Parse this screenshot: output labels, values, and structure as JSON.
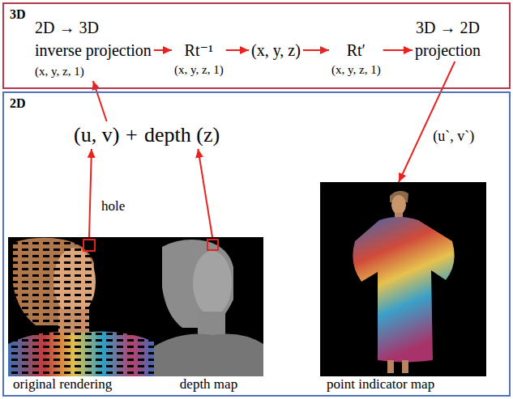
{
  "diagram": {
    "nodes": [
      {
        "text": [
          "3D"
        ]
      },
      {
        "text": [
          "2D → 3D",
          "inverse projection",
          "(x, y, z, 1)"
        ],
        "in": 0
      },
      {
        "text": [
          "Rt⁻¹",
          "(x, y, z, 1)"
        ],
        "in": 0
      },
      {
        "text": [
          "(x, y, z)"
        ],
        "in": 0
      },
      {
        "text": [
          "Rt′",
          "(x, y, z, 1)"
        ],
        "in": 0
      },
      {
        "text": [
          "3D → 2D",
          "projection"
        ],
        "in": 0
      },
      {
        "text": [
          "2D"
        ]
      },
      {
        "text": [
          "(u, v)"
        ],
        "in": 6
      },
      {
        "text": [
          "depth (z)"
        ],
        "in": 6
      },
      {
        "text": [
          "original rendering"
        ],
        "in": 6
      },
      {
        "text": [
          "depth map"
        ],
        "in": 6
      },
      {
        "text": [
          "point indicator map"
        ],
        "in": 6
      }
    ],
    "edges": [
      {
        "from": 1,
        "to": 2,
        "arrow": "to"
      },
      {
        "from": 2,
        "to": 3,
        "arrow": "to"
      },
      {
        "from": 3,
        "to": 4,
        "arrow": "to"
      },
      {
        "from": 4,
        "to": 5,
        "arrow": "to"
      },
      {
        "from": 7,
        "to": 1,
        "arrow": "to"
      },
      {
        "from": 9,
        "to": 7,
        "label": "hole",
        "arrow": "to"
      },
      {
        "from": 10,
        "to": 8,
        "arrow": "to"
      },
      {
        "from": 5,
        "to": 11,
        "label": "(u`, v`)",
        "arrow": "to"
      }
    ],
    "labels": [
      "+"
    ]
  }
}
